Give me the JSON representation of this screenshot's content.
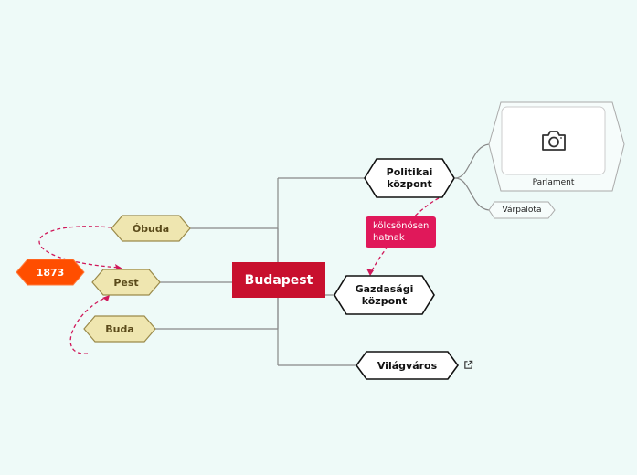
{
  "center": {
    "label": "Budapest"
  },
  "left_topics": [
    {
      "id": "obuda",
      "label": "Óbuda"
    },
    {
      "id": "pest",
      "label": "Pest"
    },
    {
      "id": "buda",
      "label": "Buda"
    }
  ],
  "year_badge": {
    "label": "1873"
  },
  "right_topics": [
    {
      "id": "politikai",
      "label": "Politikai\nközpont"
    },
    {
      "id": "gazdasagi",
      "label": "Gazdasági\nközpont"
    },
    {
      "id": "vilagvaros",
      "label": "Világváros"
    }
  ],
  "relationship_note": {
    "label": "kölcsönösen\nhatnak"
  },
  "subtopics": {
    "parlament": {
      "label": "Parlament",
      "icon": "camera-icon"
    },
    "varpalota": {
      "label": "Várpalota"
    }
  },
  "link_icon": "external-link-icon",
  "colors": {
    "background": "#eefaf8",
    "center": "#c8102e",
    "tan_fill": "#efe6b0",
    "tan_stroke": "#9a8a4a",
    "year": "#ff4e00",
    "note": "#e0185a",
    "dashed": "#d0185a",
    "line": "#888888"
  }
}
